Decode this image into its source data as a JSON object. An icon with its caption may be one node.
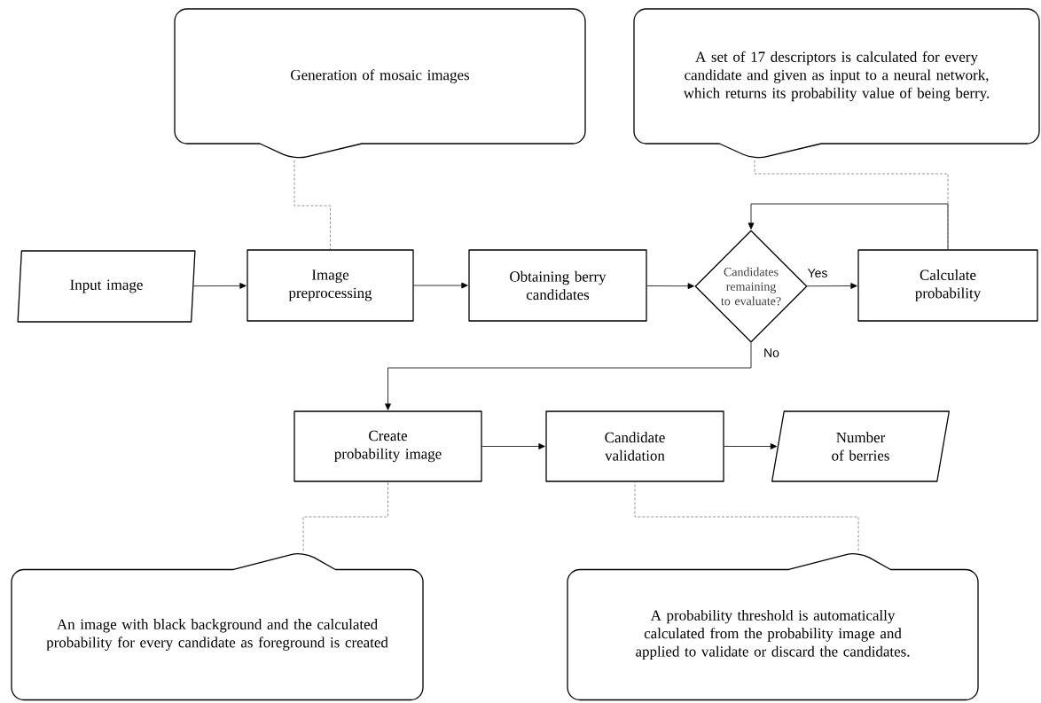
{
  "diagram": {
    "nodes": [
      {
        "text": [
          "Generation of mosaic images"
        ]
      },
      {
        "text": [
          "A set of 17 descriptors is calculated for every candidate and given as input to a neural network, which returns its probability value of being berry."
        ]
      },
      {
        "text": [
          "Input image"
        ]
      },
      {
        "text": [
          "Image preprocessing"
        ]
      },
      {
        "text": [
          "Obtaining berry candidates"
        ]
      },
      {
        "text": [
          "Candidates remaining to evaluate?"
        ]
      },
      {
        "text": [
          "Calculate probability"
        ]
      },
      {
        "text": [
          "Create probability image"
        ]
      },
      {
        "text": [
          "Candidate validation"
        ]
      },
      {
        "text": [
          "Number of berries"
        ]
      },
      {
        "text": [
          "An image with black background and the calculated probability for every candidate as foreground is created"
        ]
      },
      {
        "text": [
          "A probability threshold is automatically calculated from the probability image and applied to validate or discard the candidates."
        ]
      }
    ],
    "edges": [
      {
        "from": 2,
        "to": 3,
        "arrow": "to"
      },
      {
        "from": 3,
        "to": 4,
        "arrow": "to"
      },
      {
        "from": 4,
        "to": 5,
        "arrow": "to"
      },
      {
        "from": 5,
        "to": 6,
        "arrow": "to",
        "label": "Yes"
      },
      {
        "from": 6,
        "to": 5,
        "arrow": "to"
      },
      {
        "from": 5,
        "to": 7,
        "arrow": "to",
        "label": "No"
      },
      {
        "from": 7,
        "to": 8,
        "arrow": "to"
      },
      {
        "from": 8,
        "to": 9,
        "arrow": "to"
      },
      {
        "from": 0,
        "to": 3,
        "arrow": "none",
        "style": "dashed",
        "color": "#666666"
      },
      {
        "from": 1,
        "to": 6,
        "arrow": "none",
        "style": "dashed",
        "color": "#666666"
      },
      {
        "from": 10,
        "to": 7,
        "arrow": "none",
        "style": "dashed",
        "color": "#666666"
      },
      {
        "from": 11,
        "to": 8,
        "arrow": "none",
        "style": "dashed",
        "color": "#666666"
      }
    ]
  }
}
